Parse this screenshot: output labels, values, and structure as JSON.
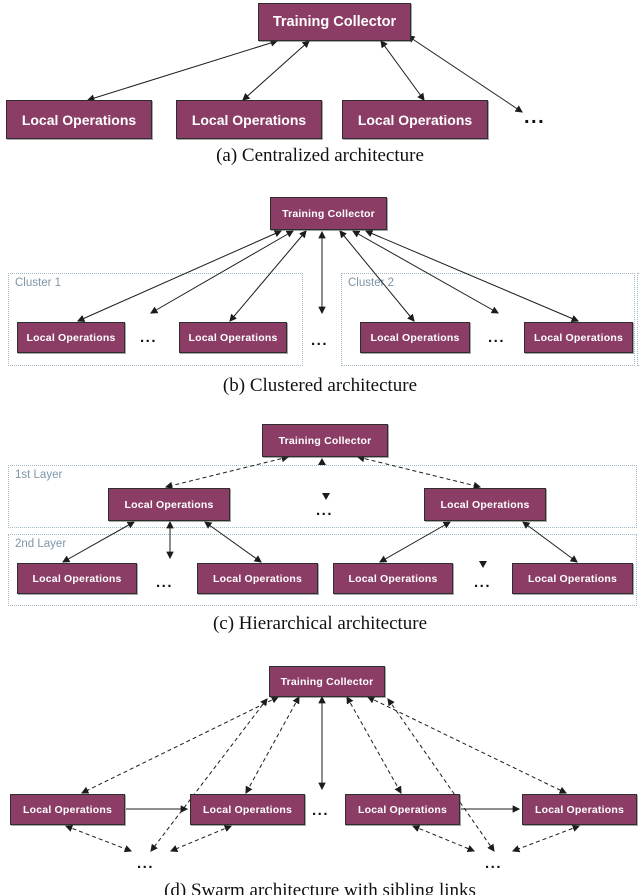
{
  "labels": {
    "training_collector": "Training Collector",
    "local_operations": "Local Operations",
    "ellipsis": "..."
  },
  "colors": {
    "node_fill": "#8C3D66",
    "node_text": "#ffffff",
    "node_border": "#2e2e2e",
    "region_dash": "#9fb9c6",
    "region_label": "#7d96a8",
    "arrow": "#1c1c1c"
  },
  "diagram_a": {
    "caption": "(a) Centralized architecture",
    "collector": "Training Collector",
    "workers": [
      "Local Operations",
      "Local Operations",
      "Local Operations"
    ]
  },
  "diagram_b": {
    "caption": "(b) Clustered architecture",
    "collector": "Training Collector",
    "clusters": [
      {
        "label": "Cluster 1",
        "workers": [
          "Local Operations",
          "Local Operations"
        ]
      },
      {
        "label": "Cluster 2",
        "workers": [
          "Local Operations",
          "Local Operations"
        ]
      }
    ]
  },
  "diagram_c": {
    "caption": "(c) Hierarchical architecture",
    "collector": "Training Collector",
    "layers": [
      {
        "label": "1st Layer",
        "workers": [
          "Local Operations",
          "Local Operations"
        ]
      },
      {
        "label": "2nd Layer",
        "workers": [
          "Local Operations",
          "Local Operations",
          "Local Operations",
          "Local Operations"
        ]
      }
    ]
  },
  "diagram_d": {
    "caption": "(d) Swarm architecture with sibling links",
    "collector": "Training Collector",
    "workers": [
      "Local Operations",
      "Local Operations",
      "Local Operations",
      "Local Operations"
    ]
  }
}
